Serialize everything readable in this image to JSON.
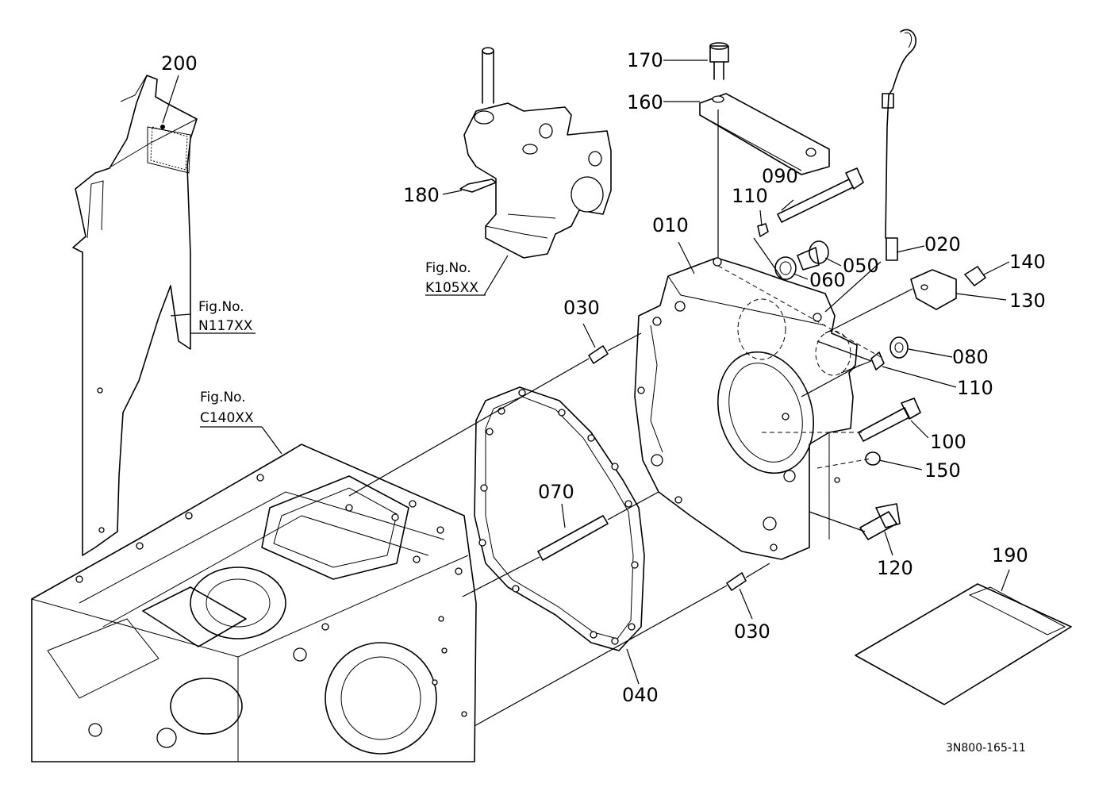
{
  "drawing_code": "3N800-165-11",
  "callouts": {
    "p010": "010",
    "p020": "020",
    "p030a": "030",
    "p030b": "030",
    "p040": "040",
    "p050": "050",
    "p060": "060",
    "p070": "070",
    "p080": "080",
    "p090": "090",
    "p100": "100",
    "p110a": "110",
    "p110b": "110",
    "p120": "120",
    "p130": "130",
    "p140": "140",
    "p150": "150",
    "p160": "160",
    "p170": "170",
    "p180": "180",
    "p190": "190",
    "p200": "200"
  },
  "figure_refs": {
    "n117": {
      "prefix": "Fig.No.",
      "code": "N117XX"
    },
    "c140": {
      "prefix": "Fig.No.",
      "code": "C140XX"
    },
    "k105": {
      "prefix": "Fig.No.",
      "code": "K105XX"
    }
  }
}
